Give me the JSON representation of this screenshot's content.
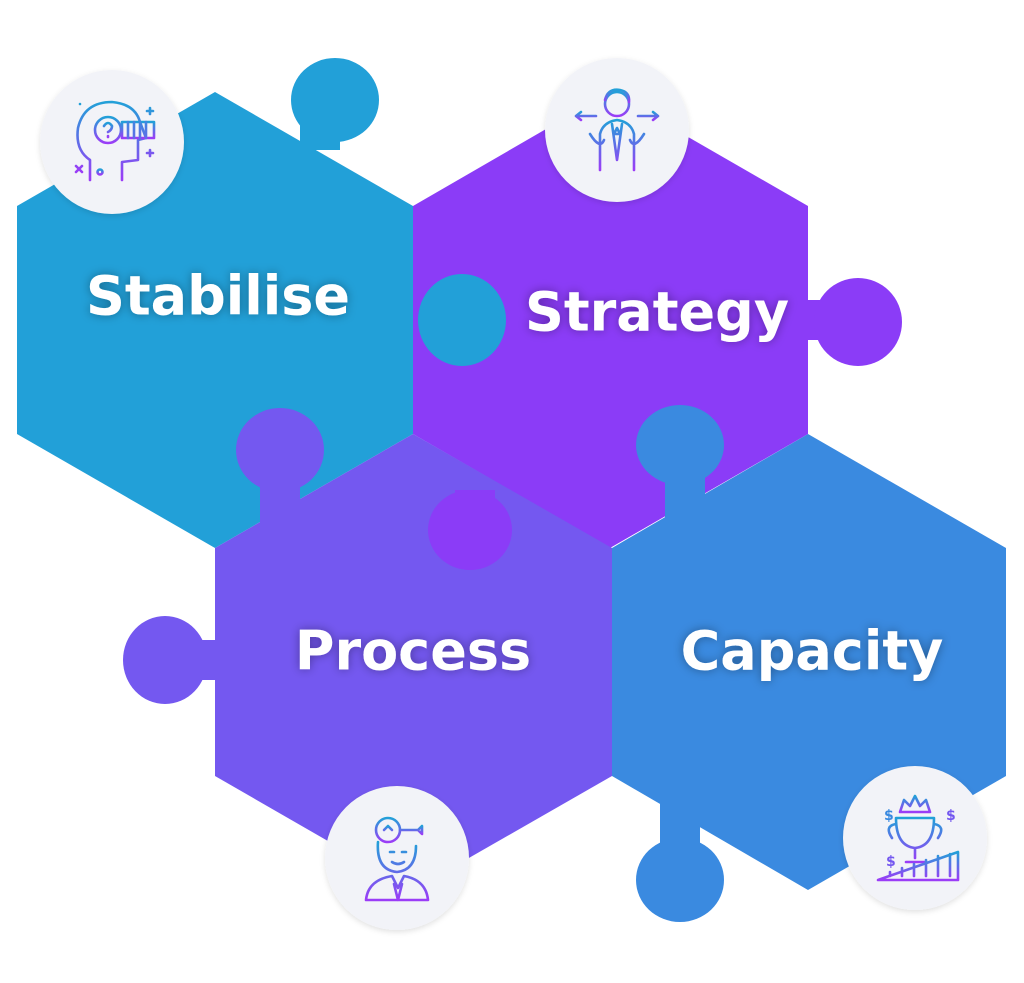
{
  "pieces": [
    {
      "label": "Stabilise",
      "color": "#22a0d8",
      "icon": "mind-question-icon"
    },
    {
      "label": "Strategy",
      "color": "#8b3cf7",
      "icon": "businessman-decision-icon"
    },
    {
      "label": "Process",
      "color": "#7458f0",
      "icon": "person-idea-bulb-icon"
    },
    {
      "label": "Capacity",
      "color": "#3a8ae0",
      "icon": "trophy-growth-icon"
    }
  ],
  "colors": {
    "icon_circle": "#f2f3f8",
    "icon_gradient_start": "#22a0d8",
    "icon_gradient_end": "#9b3cf7"
  }
}
